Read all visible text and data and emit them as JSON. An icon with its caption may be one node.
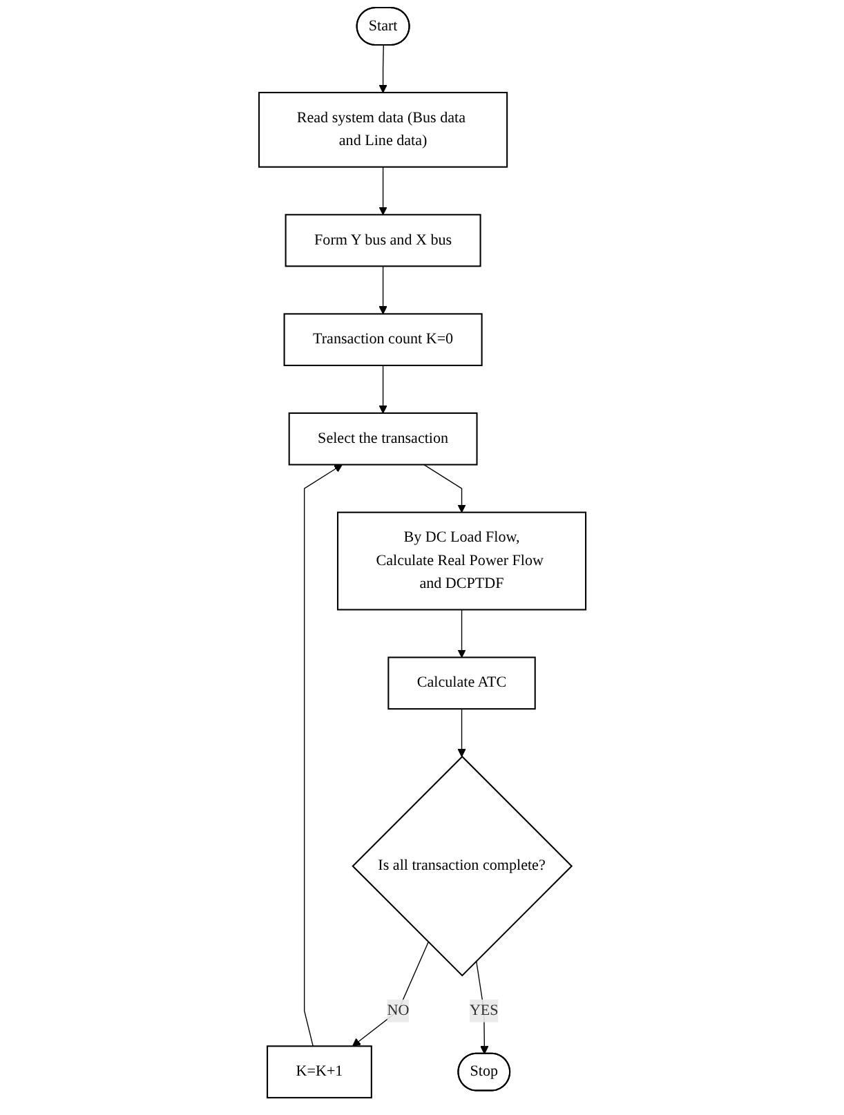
{
  "diagram": {
    "nodes": [
      {
        "text": [
          "Start"
        ]
      },
      {
        "text": [
          "Read system data (Bus data and Line data)"
        ]
      },
      {
        "text": [
          "Form Y bus and X bus"
        ]
      },
      {
        "text": [
          "Transaction count K=0"
        ]
      },
      {
        "text": [
          "Select the transaction"
        ]
      },
      {
        "text": [
          "By DC Load Flow,",
          "Calculate Real Power Flow and DCPTDF"
        ]
      },
      {
        "text": [
          "Calculate ATC"
        ]
      },
      {
        "text": [
          "Is all transaction complete?"
        ]
      },
      {
        "text": [
          "K=K+1"
        ]
      },
      {
        "text": [
          "Stop"
        ]
      }
    ],
    "edges": [
      {
        "from": 0,
        "to": 1,
        "arrow": "to"
      },
      {
        "from": 1,
        "to": 2,
        "arrow": "to"
      },
      {
        "from": 2,
        "to": 3,
        "arrow": "to"
      },
      {
        "from": 3,
        "to": 4,
        "arrow": "to"
      },
      {
        "from": 4,
        "to": 5,
        "arrow": "to"
      },
      {
        "from": 5,
        "to": 6,
        "arrow": "to"
      },
      {
        "from": 6,
        "to": 7,
        "arrow": "to"
      },
      {
        "from": 7,
        "to": 8,
        "label": "NO",
        "arrow": "to"
      },
      {
        "from": 8,
        "to": 4,
        "arrow": "to"
      },
      {
        "from": 7,
        "to": 9,
        "label": "YES",
        "arrow": "to"
      }
    ]
  }
}
